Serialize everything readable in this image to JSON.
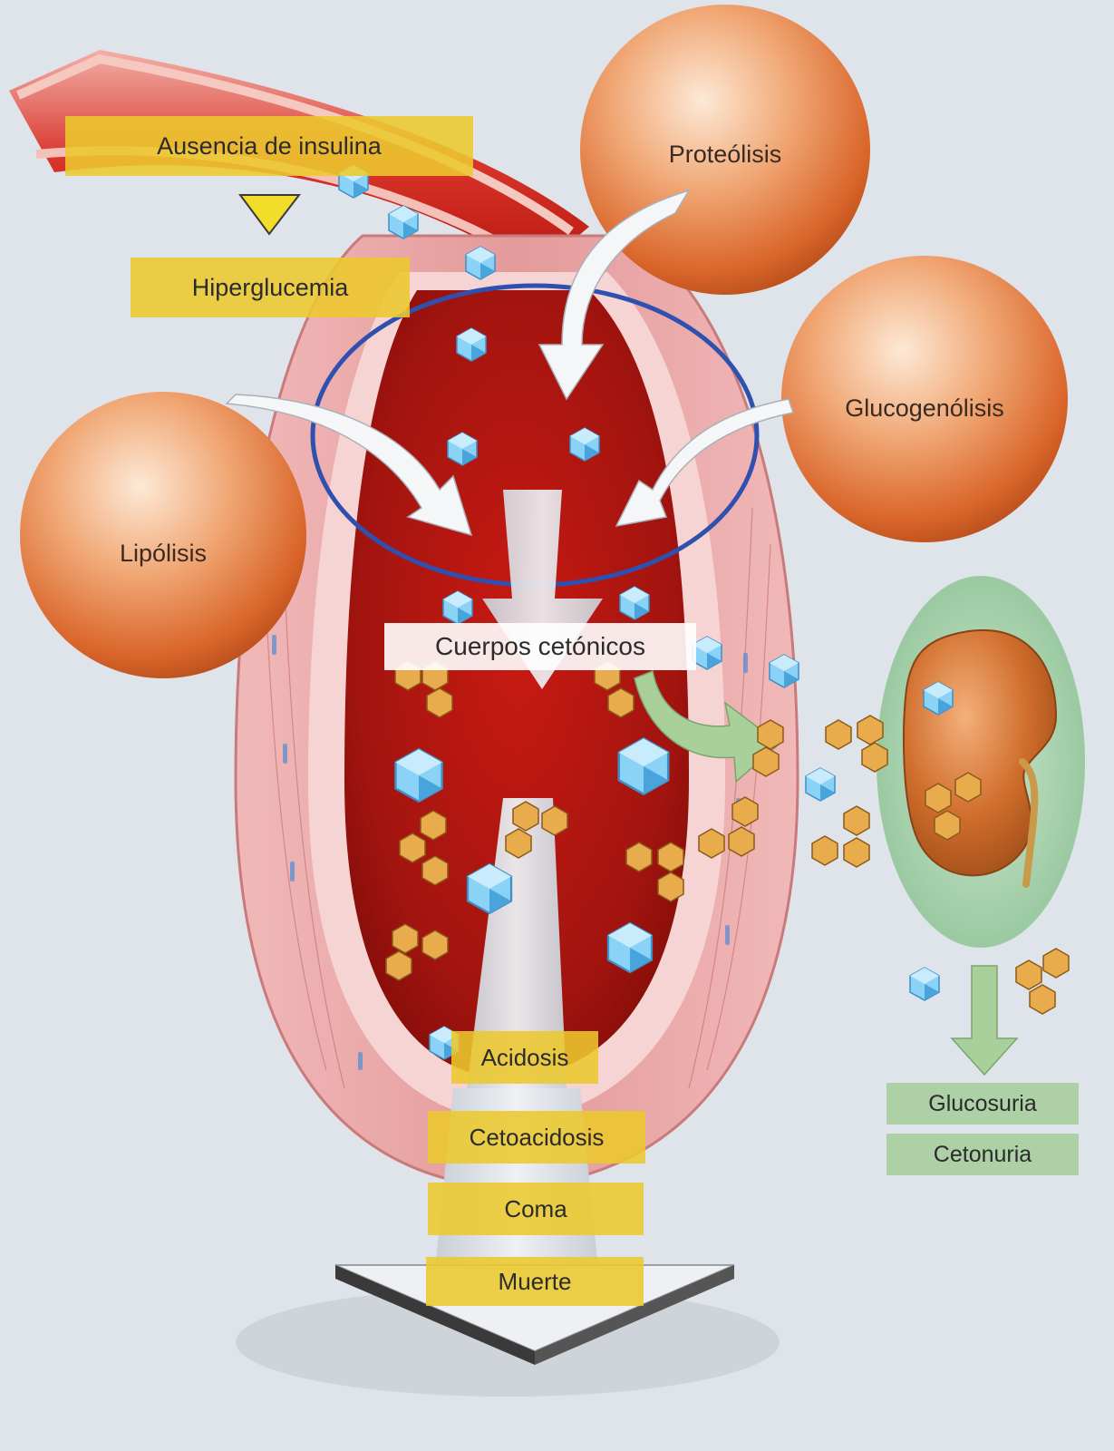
{
  "colors": {
    "background": "#dfe3ea",
    "vessel_wall": "#e8a0a0",
    "blood": "#a1130f",
    "sphere": "#e07a3a",
    "glucose_crystal": "#7fc8f0",
    "ketone_body": "#e6a94a",
    "label_yellow": "#ecc82e",
    "label_green": "#a8cea0",
    "kidney_panel": "#a9d4ad",
    "kidney": "#c8682a",
    "arrow_gray": "#d9dde3",
    "ring_blue": "#3050b0"
  },
  "labels": {
    "ausencia": "Ausencia de insulina",
    "hiperglucemia": "Hiperglucemia",
    "proteolisis": "Proteólisis",
    "glucogenolisis": "Glucogenólisis",
    "lipolisis": "Lipólisis",
    "cuerpos": "Cuerpos cetónicos",
    "acidosis": "Acidosis",
    "cetoacidosis": "Cetoacidosis",
    "coma": "Coma",
    "muerte": "Muerte",
    "glucosuria": "Glucosuria",
    "cetonuria": "Cetonuria"
  },
  "icons": {
    "glucose": "blue-hexagonal-crystal",
    "ketone": "orange-hexagon-cluster",
    "kidney": "kidney-icon",
    "triangle": "yellow-down-triangle"
  }
}
